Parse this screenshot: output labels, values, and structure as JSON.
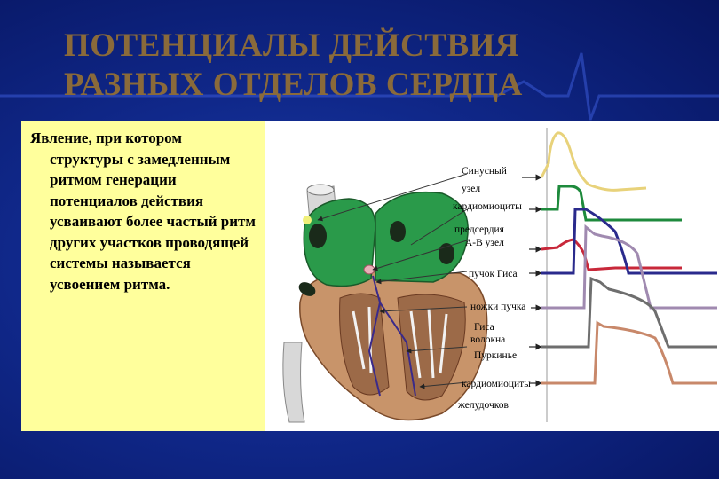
{
  "slide": {
    "title_line1": "ПОТЕНЦИАЛЫ ДЕЙСТВИЯ",
    "title_line2": "РАЗНЫХ ОТДЕЛОВ СЕРДЦА",
    "body_text": "Явление, при котором структуры с замедленным ритмом генерации потенциалов действия усваивают более частый ритм других участков проводящей системы называется усвоением ритма."
  },
  "diagram": {
    "labels": {
      "sa_node_1": "Синусный",
      "sa_node_2": "узел",
      "atrial_1": "кардиомиоциты",
      "atrial_2": "предсердия",
      "av_node": "А-В  узел",
      "his_bundle": "пучок Гиса",
      "bundle_branches_1": "ножки пучка",
      "bundle_branches_2": "Гиса",
      "purkinje_1": "волокна",
      "purkinje_2": "Пуркинье",
      "ventricular_1": "кардиомиоциты",
      "ventricular_2": "желудочков"
    },
    "trace_colors": {
      "sa_node": "#e8d27a",
      "atrial": "#1e8a3c",
      "av_node": "#c8283a",
      "his_bundle": "#2a2a8c",
      "bundle_branches": "#a08ab0",
      "purkinje": "#6e6e6e",
      "ventricular": "#c8886a"
    }
  }
}
